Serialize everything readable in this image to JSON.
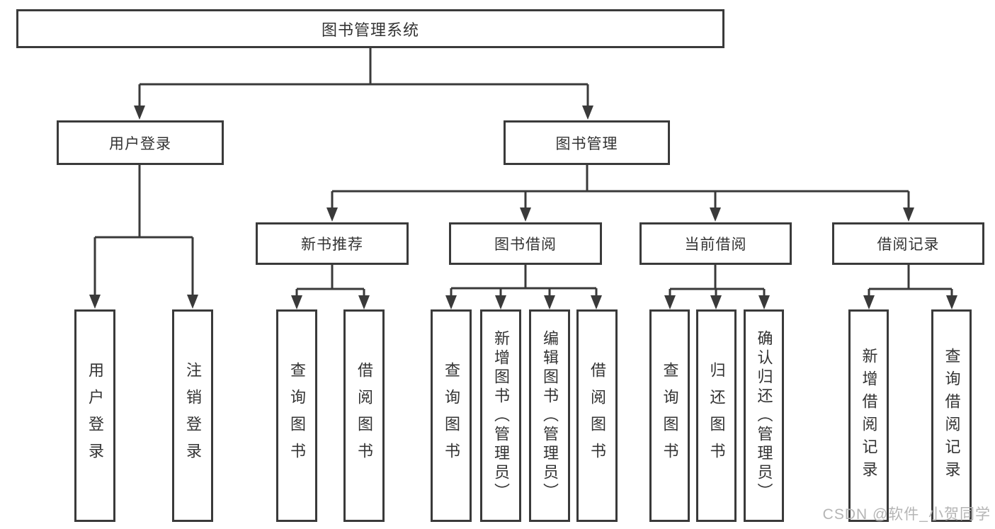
{
  "diagram": {
    "root": {
      "label": "图书管理系统"
    },
    "level2": {
      "user_login": {
        "label": "用户登录"
      },
      "book_management": {
        "label": "图书管理"
      }
    },
    "level3": {
      "new_books": {
        "label": "新书推荐"
      },
      "book_borrow": {
        "label": "图书借阅"
      },
      "current_borrow": {
        "label": "当前借阅"
      },
      "borrow_records": {
        "label": "借阅记录"
      }
    },
    "leaves": {
      "user_login": [
        "用户登录",
        "注销登录"
      ],
      "new_books": [
        "查询图书",
        "借阅图书"
      ],
      "book_borrow": [
        "查询图书",
        "新增图书（管理员）",
        "编辑图书（管理员）",
        "借阅图书"
      ],
      "current_borrow": [
        "查询图书",
        "归还图书",
        "确认归还（管理员）"
      ],
      "borrow_records": [
        "新增借阅记录",
        "查询借阅记录"
      ]
    }
  },
  "watermark": "CSDN @软件_小贺同学",
  "colors": {
    "line": "#3a3a3a",
    "text": "#333333",
    "box_background": "#ffffff",
    "watermark": "#b5b5b5"
  }
}
